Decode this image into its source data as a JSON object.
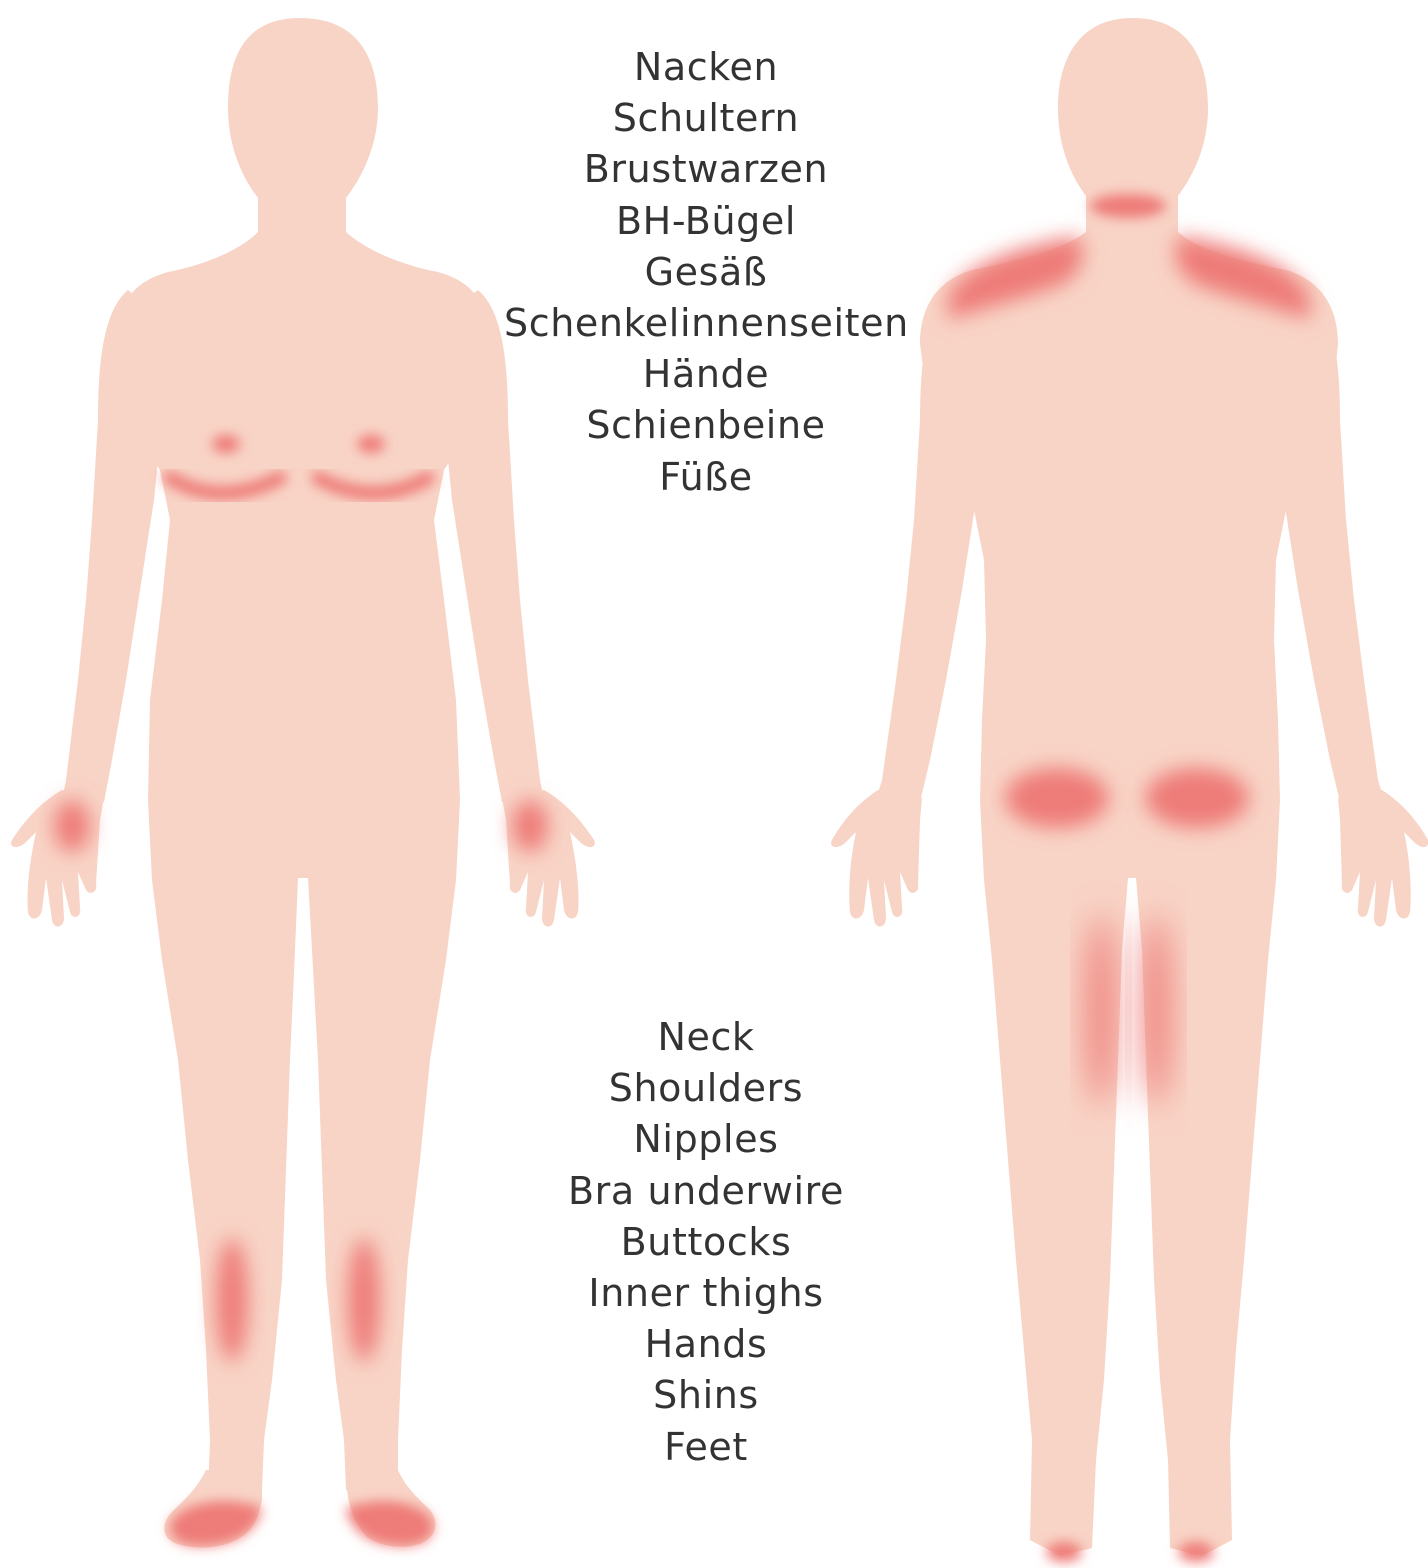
{
  "colors": {
    "skin": "#f8d4c6",
    "irritation": "#ee7b78",
    "text": "#333333",
    "background": "#ffffff"
  },
  "labels_de": [
    "Nacken",
    "Schultern",
    "Brustwarzen",
    "BH-Bügel",
    "Gesäß",
    "Schenkelinnenseiten",
    "Hände",
    "Schienbeine",
    "Füße"
  ],
  "labels_en": [
    "Neck",
    "Shoulders",
    "Nipples",
    "Bra underwire",
    "Buttocks",
    "Inner thighs",
    "Hands",
    "Shins",
    "Feet"
  ]
}
